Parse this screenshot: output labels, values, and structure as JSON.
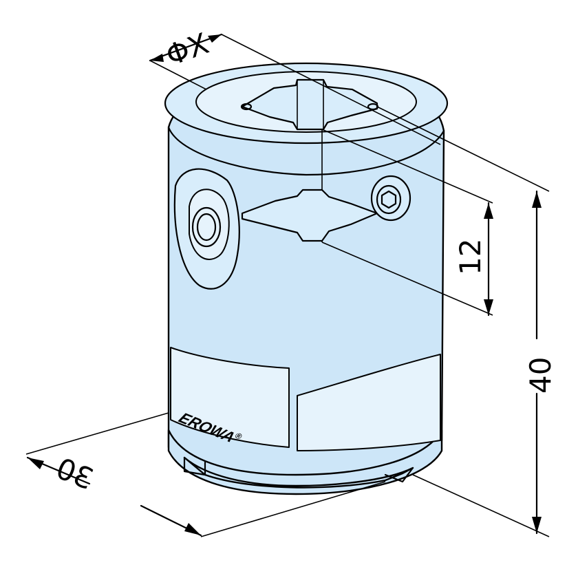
{
  "drawing": {
    "brand": "EROWA",
    "brand_mark": "®",
    "dimensions": {
      "diameter": "ΦX",
      "height_pin": "12",
      "height_total": "40",
      "width_base": "30"
    },
    "colors": {
      "body": "#cde6f8",
      "outline": "#000000",
      "background": "#ffffff"
    }
  }
}
